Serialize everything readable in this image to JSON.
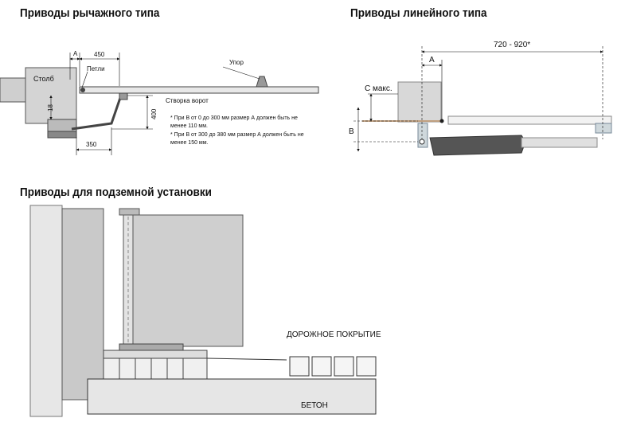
{
  "sections": {
    "lever": {
      "title": "Приводы рычажного типа",
      "labels": {
        "dim_a": "A",
        "dim_450": "450",
        "post": "Столб",
        "hinges": "Петли",
        "stop": "Упор",
        "dim_18": "18",
        "dim_400": "400",
        "gate_leaf": "Створка ворот",
        "dim_350": "350",
        "note_1a": "* При В от 0 до 300 мм размер А должен быть не",
        "note_1b": "менее 110 мм.",
        "note_2a": "* При В от 300 до 380 мм размер А должен быть не",
        "note_2b": "менее 150 мм."
      }
    },
    "linear": {
      "title": "Приводы линейного типа",
      "labels": {
        "dim_range": "720 - 920*",
        "dim_a": "A",
        "c_max": "С макс.",
        "dim_b": "B"
      }
    },
    "underground": {
      "title": "Приводы для подземной установки",
      "labels": {
        "road_surface": "ДОРОЖНОЕ ПОКРЫТИЕ",
        "concrete": "БЕТОН"
      }
    }
  }
}
